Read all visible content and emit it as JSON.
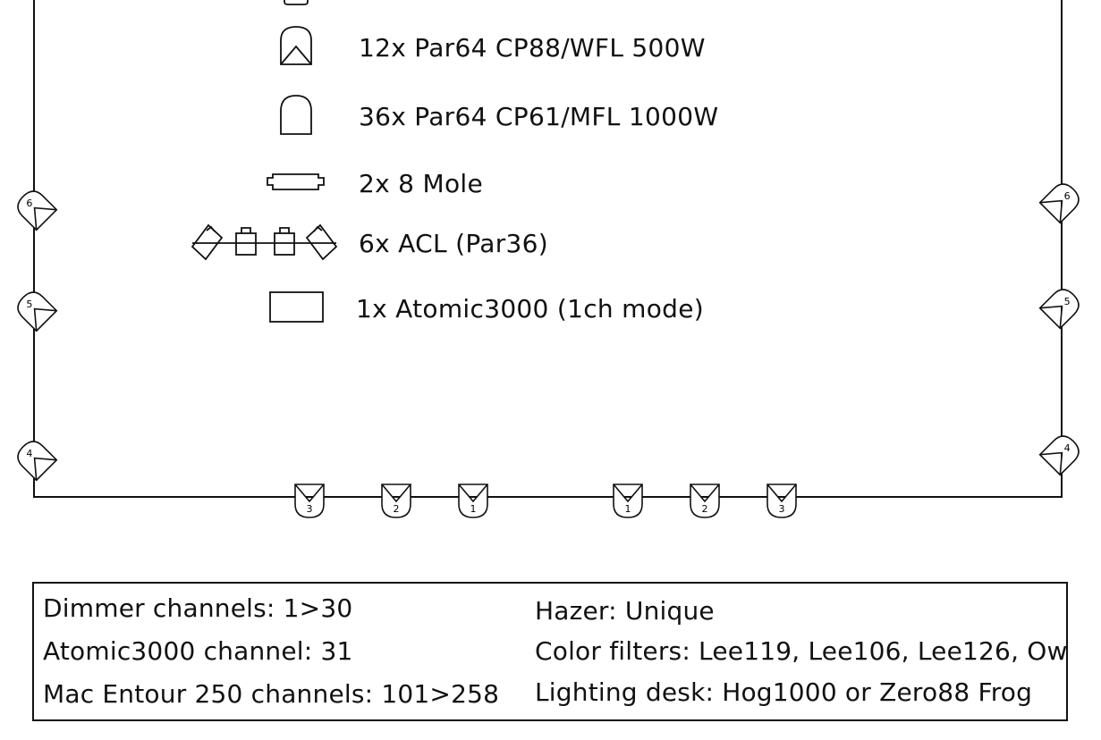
{
  "legend": [
    {
      "icon": "par64-cp88-icon",
      "label": "12x Par64 CP88/WFL 500W"
    },
    {
      "icon": "par64-cp61-icon",
      "label": "36x Par64 CP61/MFL 1000W"
    },
    {
      "icon": "eight-mole-icon",
      "label": "2x 8 Mole"
    },
    {
      "icon": "acl-bar-icon",
      "label": "6x ACL (Par36)"
    },
    {
      "icon": "atomic3000-icon",
      "label": "1x Atomic3000 (1ch mode)"
    }
  ],
  "fixtures": {
    "left_side": [
      "6",
      "5",
      "4"
    ],
    "right_side": [
      "6",
      "5",
      "4"
    ],
    "bottom_left": [
      "3",
      "2",
      "1"
    ],
    "bottom_right": [
      "1",
      "2",
      "3"
    ]
  },
  "info": {
    "dimmer": "Dimmer channels: 1>30",
    "atomic": "Atomic3000 channel: 31",
    "mac": "Mac Entour 250 channels: 101>258",
    "hazer": "Hazer: Unique",
    "filters": "Color filters: Lee119, Lee106, Lee126, Ow",
    "desk": "Lighting desk: Hog1000 or Zero88 Frog"
  }
}
